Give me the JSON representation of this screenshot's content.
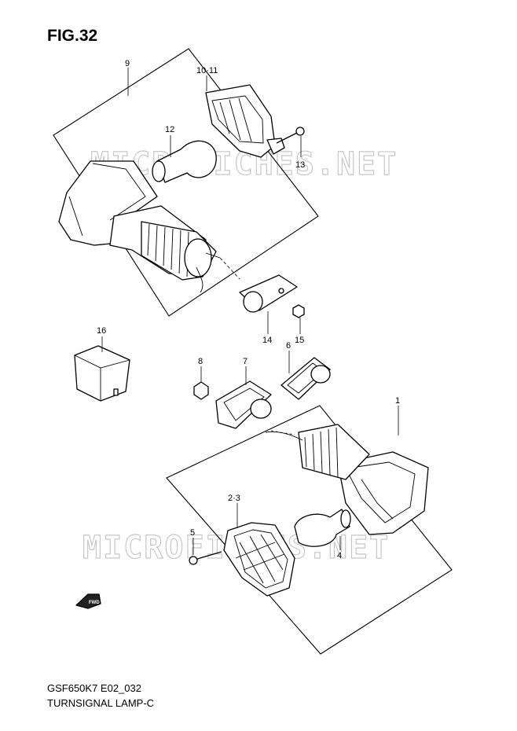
{
  "figure": {
    "title": "FIG.32"
  },
  "footer": {
    "code": "GSF650K7 E02_032",
    "name": "TURNSIGNAL LAMP-C"
  },
  "watermark": "MICROFICHES.NET",
  "fwd_label": "FWD",
  "callouts": {
    "c1": "1",
    "c2_3": "2·3",
    "c4": "4",
    "c5": "5",
    "c6": "6",
    "c7": "7",
    "c8": "8",
    "c9": "9",
    "c10_11": "10·11",
    "c12": "12",
    "c13": "13",
    "c14": "14",
    "c15": "15",
    "c16": "16"
  }
}
